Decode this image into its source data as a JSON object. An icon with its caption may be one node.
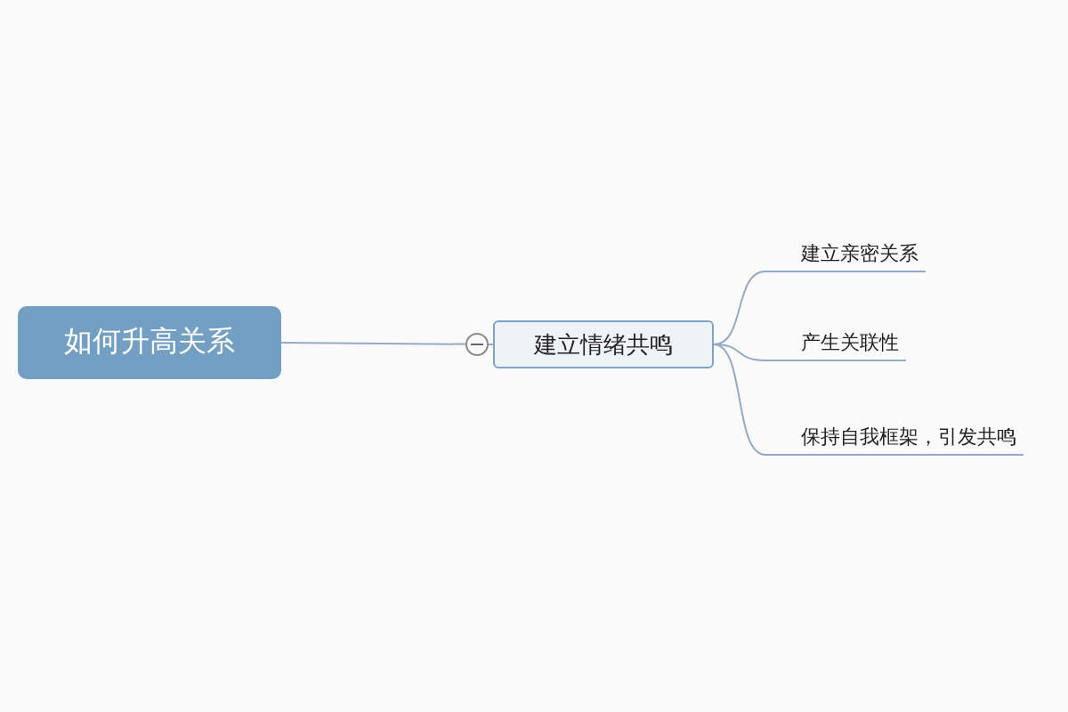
{
  "diagram": {
    "nodes": [
      {
        "text": [
          "如何升高关系"
        ]
      },
      {
        "text": [
          "建立情绪共鸣"
        ]
      },
      {
        "text": [
          "建立亲密关系"
        ]
      },
      {
        "text": [
          "产生关联性"
        ]
      },
      {
        "text": [
          "保持自我框架，引发共鸣"
        ]
      }
    ],
    "edges": [
      {
        "from": 0,
        "to": 1,
        "arrow": "none"
      },
      {
        "from": 1,
        "to": 2,
        "arrow": "none"
      },
      {
        "from": 1,
        "to": 3,
        "arrow": "none"
      },
      {
        "from": 1,
        "to": 4,
        "arrow": "none"
      }
    ]
  }
}
